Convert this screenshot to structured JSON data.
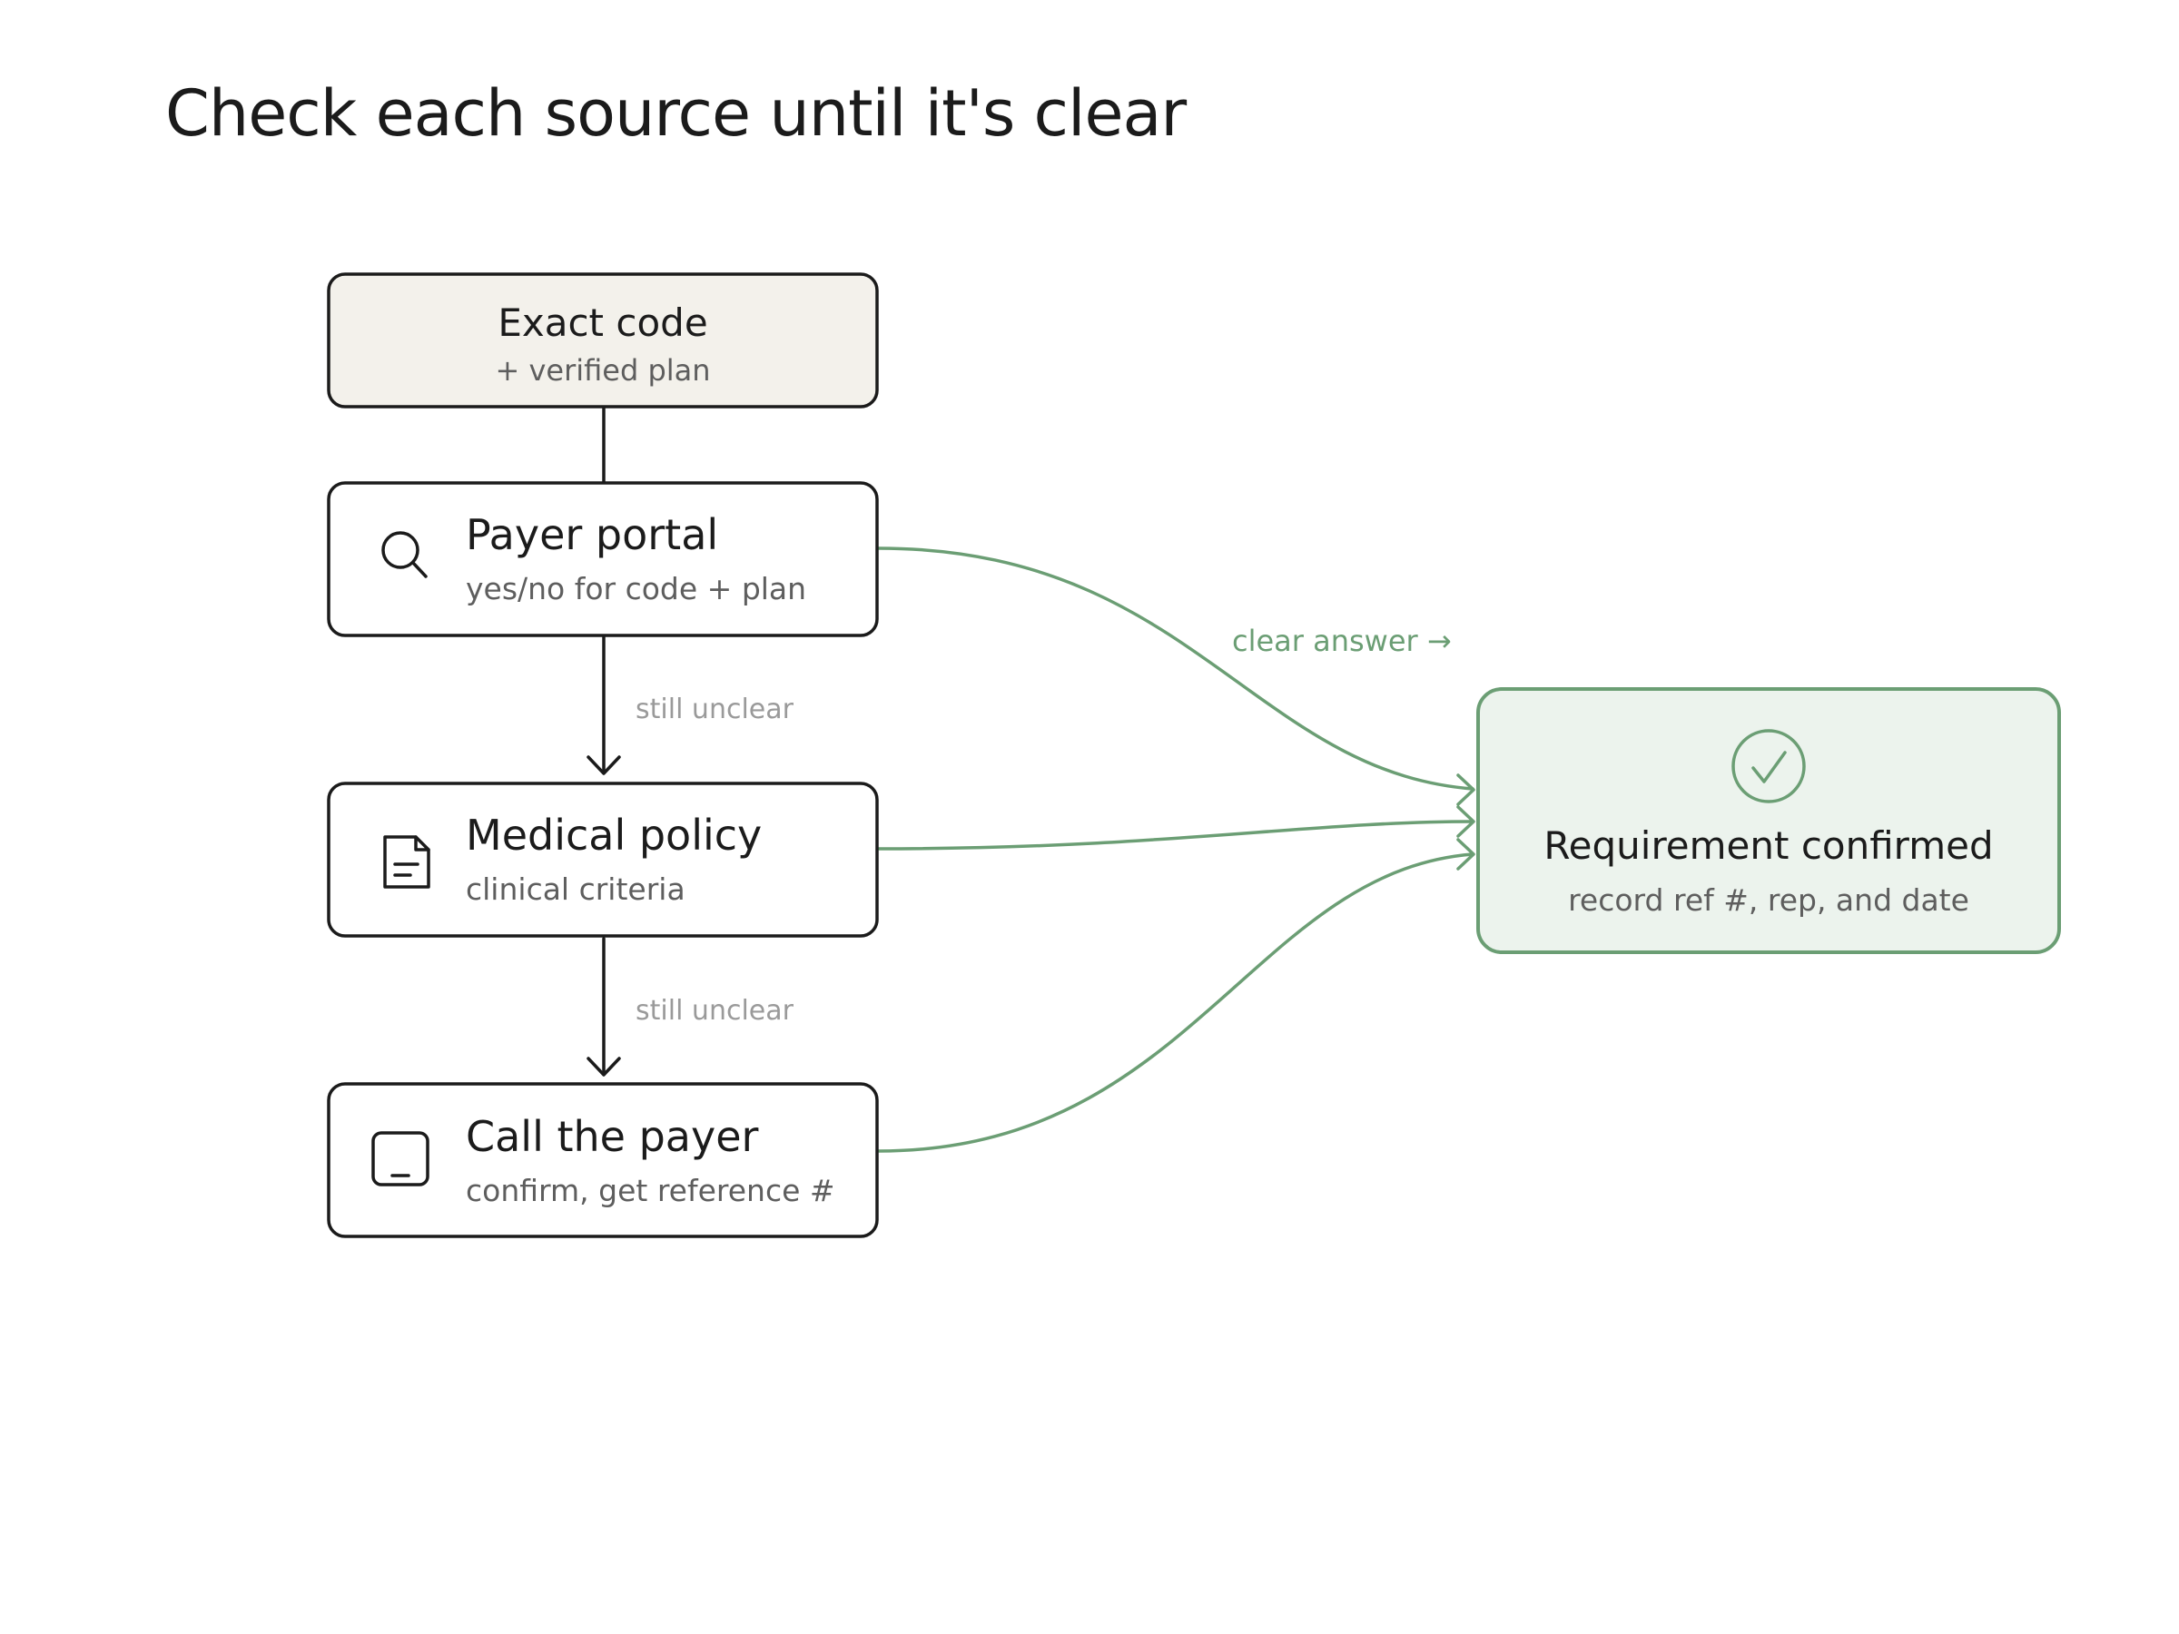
{
  "title": "Check each source until it's clear",
  "colors": {
    "ink": "#1b1b1b",
    "muted": "#5e5e5e",
    "edge_label": "#9a9a9a",
    "start_fill": "#f3f1eb",
    "green": "#6b9e74",
    "green_fill": "#ecf3ed"
  },
  "nodes": {
    "start": {
      "title": "Exact code",
      "subtitle": "+ verified plan"
    },
    "portal": {
      "title": "Payer portal",
      "subtitle": "yes/no for code + plan",
      "icon": "search-icon"
    },
    "policy": {
      "title": "Medical policy",
      "subtitle": "clinical criteria",
      "icon": "document-icon"
    },
    "call": {
      "title": "Call the payer",
      "subtitle": "confirm, get reference #",
      "icon": "phone-icon"
    },
    "result": {
      "title": "Requirement confirmed",
      "subtitle": "record ref #, rep, and date",
      "icon": "check-circle-icon"
    }
  },
  "edges": {
    "portal_to_policy": "still unclear",
    "policy_to_call": "still unclear",
    "to_result": "clear answer →"
  }
}
